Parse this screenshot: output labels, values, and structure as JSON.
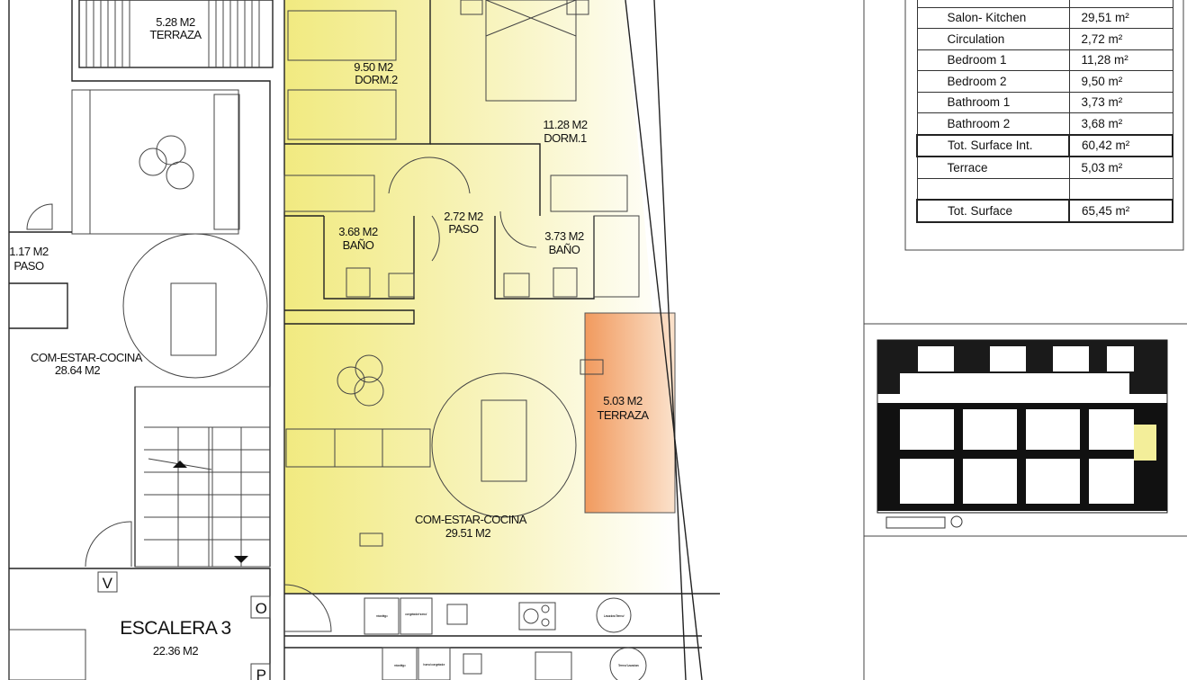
{
  "plan": {
    "rooms": {
      "terraza_top": {
        "area": "5.28 M2",
        "name": "TERRAZA"
      },
      "dorm2": {
        "area": "9.50 M2",
        "name": "DORM.2"
      },
      "dorm1": {
        "area": "11.28 M2",
        "name": "DORM.1"
      },
      "paso": {
        "area": "2.72 M2",
        "name": "PASO"
      },
      "bano2": {
        "area": "3.68 M2",
        "name": "BAÑO"
      },
      "bano1": {
        "area": "3.73 M2",
        "name": "BAÑO"
      },
      "paso_left": {
        "area": "1.17 M2",
        "name": "PASO"
      },
      "com_left": {
        "name": "COM-ESTAR-COCINA",
        "area": "28.64 M2"
      },
      "com_main": {
        "name": "COM-ESTAR-COCINA",
        "area": "29.51 M2"
      },
      "terraza_right": {
        "area": "5.03 M2",
        "name": "TERRAZA"
      },
      "escalera": {
        "name": "ESCALERA 3",
        "area": "22.36 M2"
      }
    },
    "markers": [
      "V",
      "O",
      "P"
    ],
    "appliances": {
      "microwave": "microfrigo",
      "freezer_oven": "congelador horno/",
      "oven_freezer": "horno/ congelador",
      "washer_dryer": "Lavadora Termo/",
      "dryer_washer": "Termo/ Lavadora"
    },
    "colors": {
      "living_yellow": "#f3ee8c",
      "terrace_orange": "#f2a36a"
    }
  },
  "area_table": {
    "rows": [
      {
        "name": "",
        "value": ""
      },
      {
        "name": "Salon- Kitchen",
        "value": "29,51 m²"
      },
      {
        "name": "Circulation",
        "value": "2,72 m²"
      },
      {
        "name": "Bedroom 1",
        "value": "11,28 m²"
      },
      {
        "name": "Bedroom 2",
        "value": "9,50 m²"
      },
      {
        "name": "Bathroom 1",
        "value": "3,73 m²"
      },
      {
        "name": "Bathroom 2",
        "value": "3,68 m²"
      },
      {
        "name": "Tot. Surface Int.",
        "value": "60,42 m²"
      },
      {
        "name": "Terrace",
        "value": "5,03 m²"
      },
      {
        "name": "",
        "value": ""
      },
      {
        "name": "Tot. Surface",
        "value": "65,45 m²"
      }
    ]
  }
}
